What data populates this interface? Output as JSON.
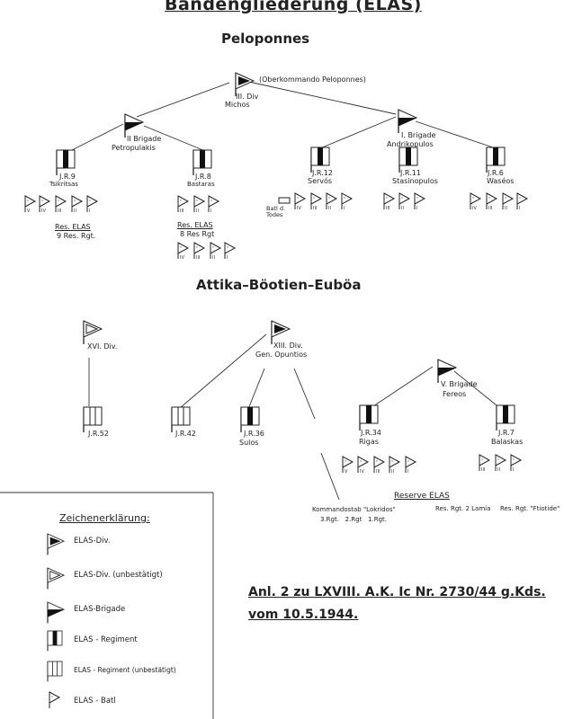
{
  "title": "Bandengliederung (ELAS)",
  "peloponnes": {
    "heading": "Peloponnes",
    "div": {
      "name": "III. Div",
      "commander": "Michos",
      "note": "(Oberkommando Peloponnes)"
    },
    "brigade_2": {
      "name": "II Brigade",
      "commander": "Petropulakis"
    },
    "brigade_1": {
      "name": "I. Brigade",
      "commander": "Andrikopulos"
    },
    "regiments": [
      {
        "name": "J.R.9",
        "commander": "Tsikritsas",
        "battalions": [
          "V",
          "IV",
          "III",
          "II",
          "I"
        ]
      },
      {
        "name": "J.R.8",
        "commander": "Bastaras",
        "battalions": [
          "III",
          "II",
          "I"
        ]
      },
      {
        "name": "J.R.12",
        "commander": "Servós",
        "battalions": [
          "IV",
          "III",
          "II",
          "I"
        ]
      },
      {
        "name": "J.R.11",
        "commander": "Stasinopulos",
        "battalions": [
          "III",
          "II",
          "I"
        ]
      },
      {
        "name": "J.R.6",
        "commander": "Waséos",
        "battalions": [
          "IV",
          "III",
          "II",
          "I"
        ]
      }
    ],
    "batl_todes": "Batl d. Todes",
    "reserve_9": {
      "label": "Res. ELAS",
      "unit": "9 Res. Rgt."
    },
    "reserve_8": {
      "label": "Res. ELAS",
      "unit": "8 Res Rgt",
      "battalions": [
        "IV",
        "III",
        "II",
        "I"
      ]
    }
  },
  "attika": {
    "heading": "Attika–Böotien–Euböa",
    "div_16": {
      "name": "XVI. Div."
    },
    "div_13": {
      "name": "XIII. Div.",
      "commander": "Gen. Opuntios"
    },
    "brigade_5": {
      "name": "V. Brigade",
      "commander": "Fereos"
    },
    "regiments": [
      {
        "name": "J.R.52"
      },
      {
        "name": "J.R.42"
      },
      {
        "name": "J.R.36",
        "commander": "Sulos"
      },
      {
        "name": "J.R.34",
        "commander": "Rigas",
        "battalions": [
          "V",
          "IV",
          "III",
          "II",
          "I"
        ]
      },
      {
        "name": "J.R.7",
        "commander": "Balaskas",
        "battalions": [
          "III",
          "II",
          "I"
        ]
      }
    ],
    "reserve": {
      "heading": "Reserve ELAS",
      "kommandostab": "Kommandostab \"Lokridos\"",
      "kommandostab_units": "3.Rgt.   2.Rgt   1.Rgt.",
      "lamia": "Res. Rgt. 2 Lamia",
      "ftiotide": "Res. Rgt. \"Ftiotide\""
    }
  },
  "legend": {
    "title": "Zeichenerklärung:",
    "items": [
      "ELAS-Div.",
      "ELAS-Div. (unbestätigt)",
      "ELAS-Brigade",
      "ELAS - Regiment",
      "ELAS - Regiment (unbestätigt)",
      "ELAS - Batl"
    ]
  },
  "reference": {
    "line1": "Anl. 2 zu LXVIII. A.K. Ic Nr. 2730/44 g.Kds.",
    "line2": "vom 10.5.1944."
  }
}
